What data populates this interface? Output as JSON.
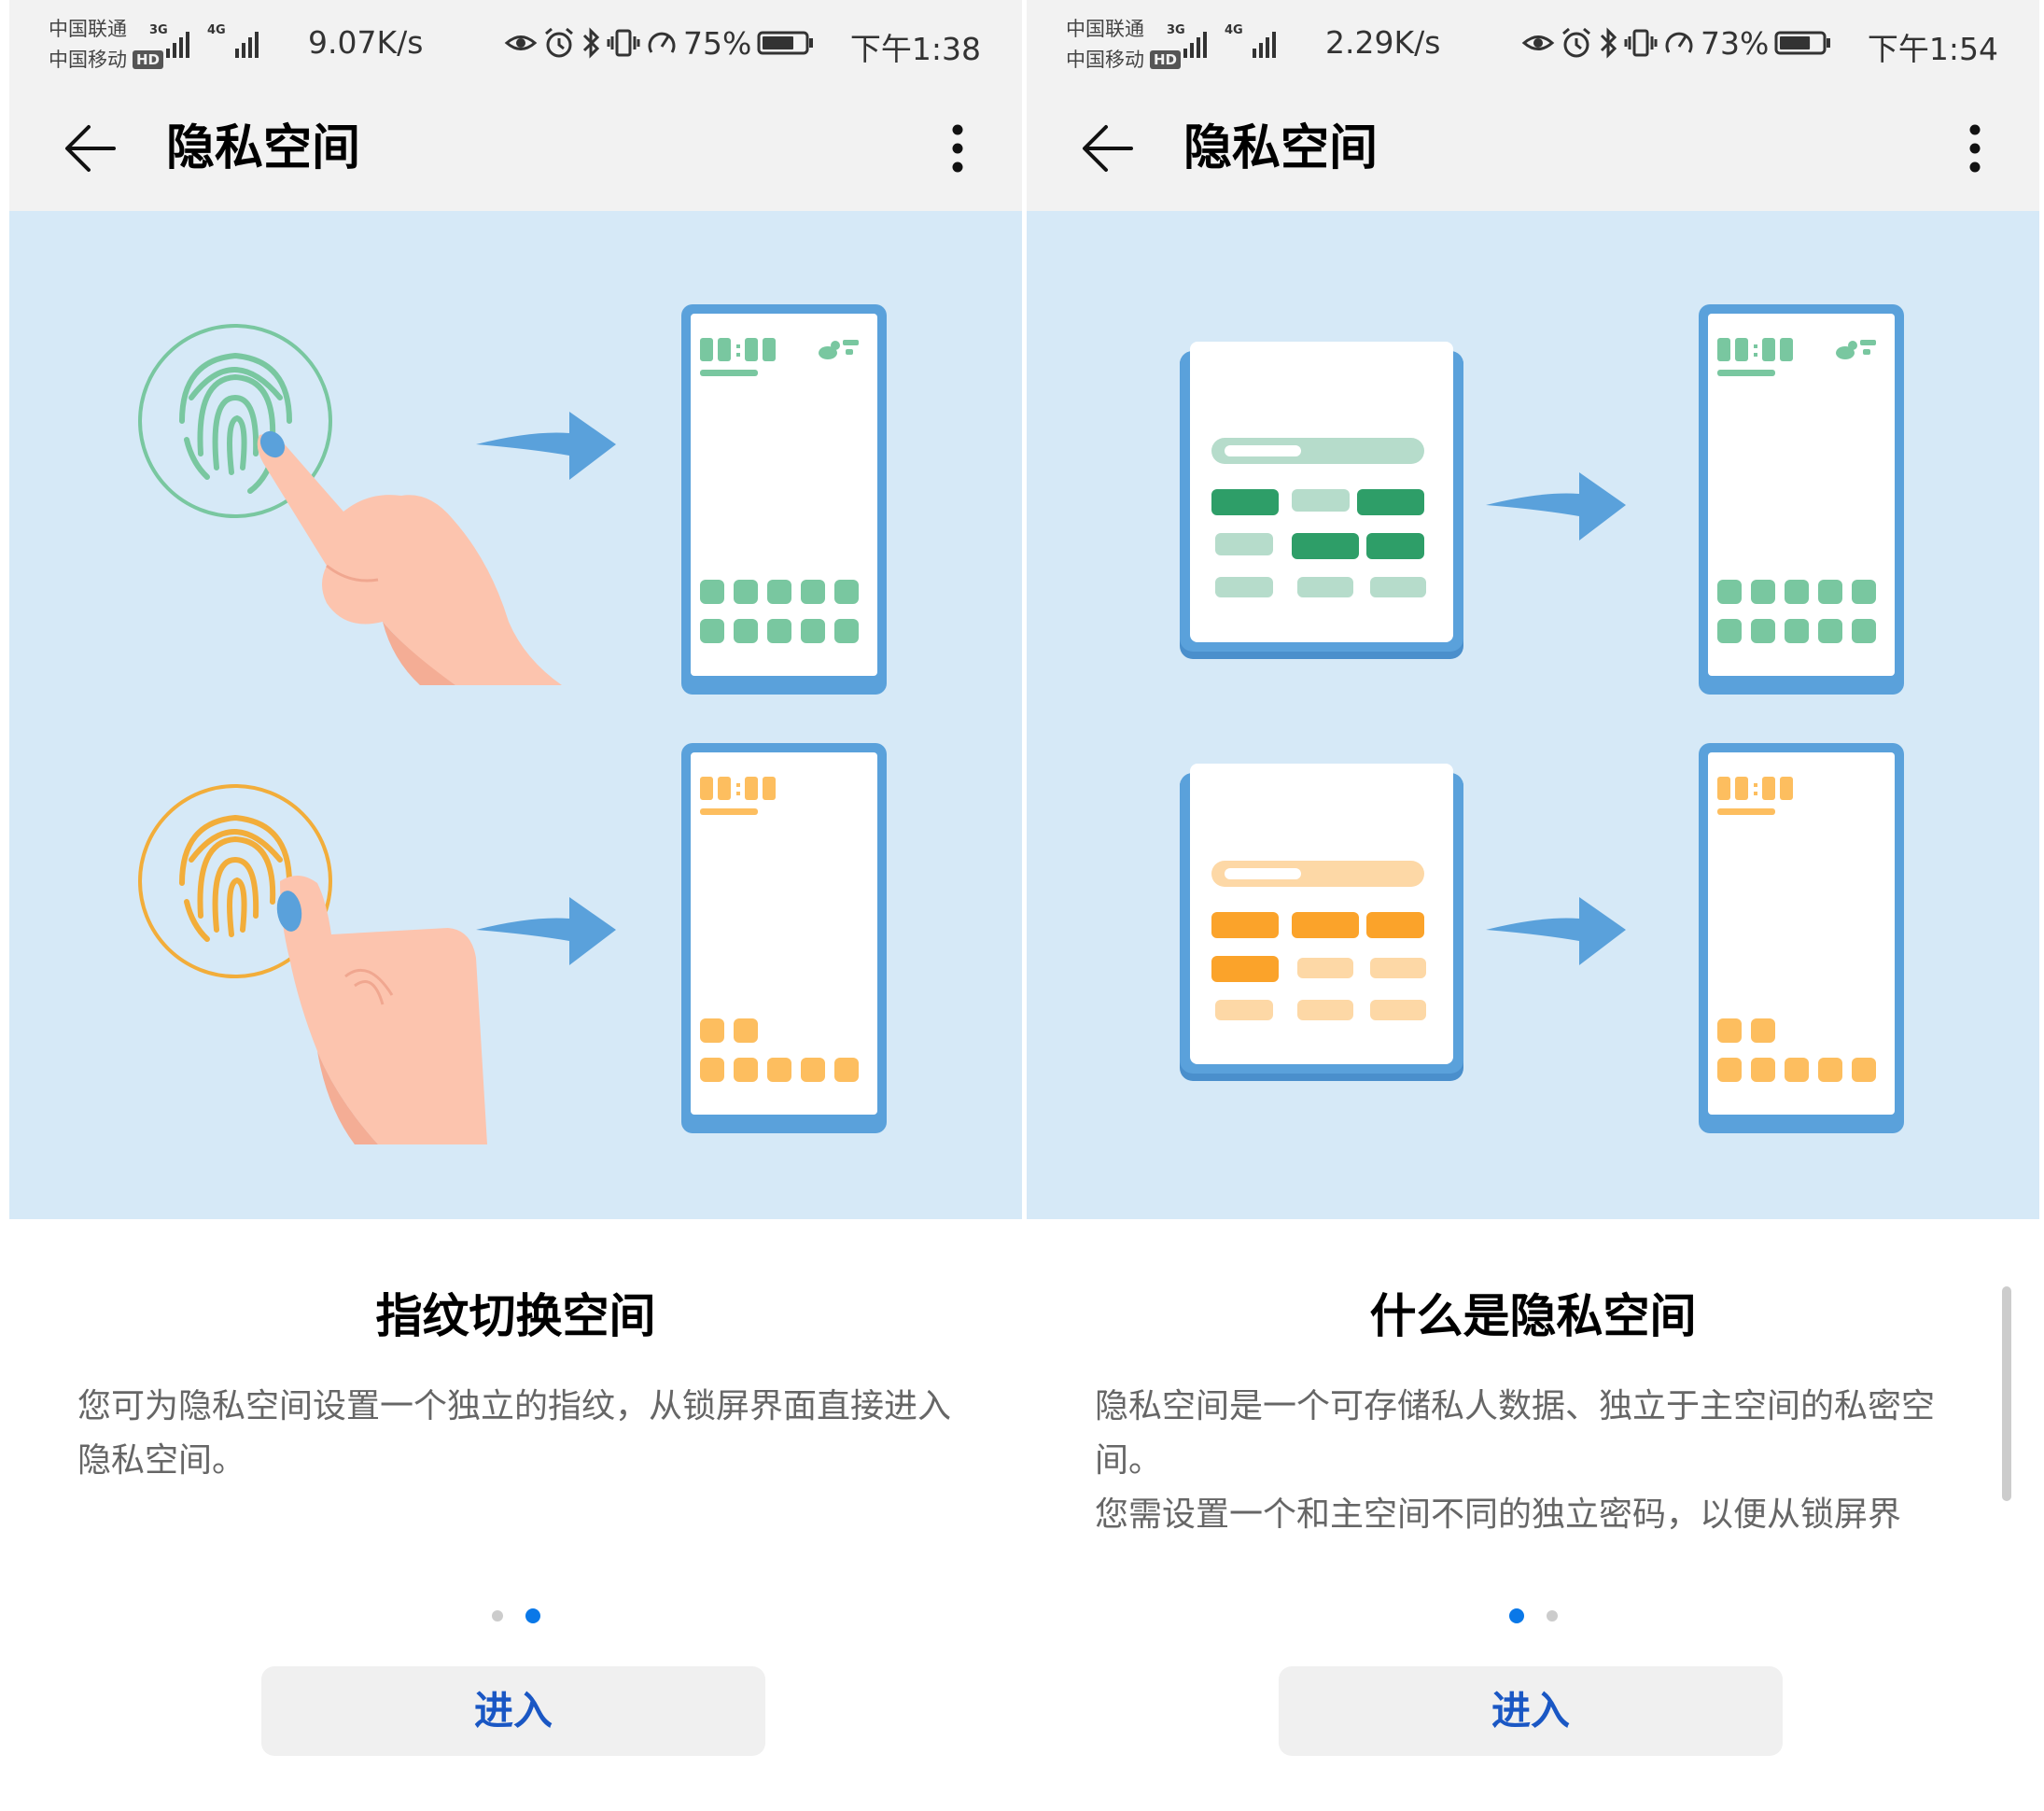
{
  "screens": [
    {
      "status": {
        "carrier_1": "中国联通",
        "carrier_2": "中国移动",
        "hd": "HD",
        "net_1": "3G",
        "net_2": "4G",
        "speed": "9.07K/s",
        "battery": "75%",
        "battery_level": 0.75,
        "time": "下午1:38"
      },
      "title": "隐私空间",
      "heading": "指纹切换空间",
      "body": [
        "您可为隐私空间设置一个独立的指纹，从锁屏界面直接进入隐私空间。"
      ],
      "page_count": 2,
      "active_page": 2,
      "button": "进入"
    },
    {
      "status": {
        "carrier_1": "中国联通",
        "carrier_2": "中国移动",
        "hd": "HD",
        "net_1": "3G",
        "net_2": "4G",
        "speed": "2.29K/s",
        "battery": "73%",
        "battery_level": 0.73,
        "time": "下午1:54"
      },
      "title": "隐私空间",
      "heading": "什么是隐私空间",
      "body": [
        "隐私空间是一个可存储私人数据、独立于主空间的私密空间。",
        "您需设置一个和主空间不同的独立密码，以便从锁屏界"
      ],
      "page_count": 2,
      "active_page": 1,
      "button": "进入"
    }
  ],
  "colors": {
    "green": "#79c7a0",
    "green_dark": "#2e9e68",
    "green_light": "#b6dccb",
    "orange": "#fdbe5f",
    "orange_dark": "#fba32a",
    "orange_light": "#fdd8a6",
    "phone_frame": "#5aa1db",
    "illustration_bg": "#d6e9f7",
    "accent_blue": "#0a78e8",
    "button_text": "#1a57c4"
  },
  "icons": [
    "back-arrow-icon",
    "more-vertical-icon",
    "signal-icon",
    "eye-icon",
    "alarm-icon",
    "bluetooth-icon",
    "vibrate-icon",
    "speed-gauge-icon",
    "battery-icon",
    "fingerprint-icon",
    "hand-icon",
    "arrow-right-icon",
    "phone-icon",
    "weather-icon"
  ]
}
